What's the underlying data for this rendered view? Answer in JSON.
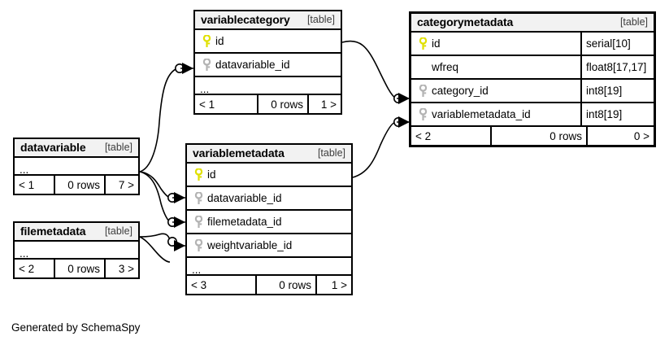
{
  "diagram": {
    "caption": "Generated by SchemaSpy",
    "table_tag": "[table]",
    "ellipsis": "...",
    "rows_label": "0 rows"
  },
  "tables": {
    "variablecategory": {
      "name": "variablecategory",
      "tag": "[table]",
      "columns": [
        {
          "name": "id",
          "key": "primary"
        },
        {
          "name": "datavariable_id",
          "key": "foreign"
        }
      ],
      "more": "...",
      "footer": {
        "left": "< 1",
        "mid": "0 rows",
        "right": "1 >"
      }
    },
    "categorymetadata": {
      "name": "categorymetadata",
      "tag": "[table]",
      "columns": [
        {
          "name": "id",
          "key": "primary",
          "type": "serial[10]"
        },
        {
          "name": "wfreq",
          "key": "none",
          "type": "float8[17,17]"
        },
        {
          "name": "category_id",
          "key": "foreign",
          "type": "int8[19]"
        },
        {
          "name": "variablemetadata_id",
          "key": "foreign",
          "type": "int8[19]"
        }
      ],
      "footer": {
        "left": "< 2",
        "mid": "0 rows",
        "right": "0 >"
      }
    },
    "datavariable": {
      "name": "datavariable",
      "tag": "[table]",
      "more": "...",
      "footer": {
        "left": "< 1",
        "mid": "0 rows",
        "right": "7 >"
      }
    },
    "filemetadata": {
      "name": "filemetadata",
      "tag": "[table]",
      "more": "...",
      "footer": {
        "left": "< 2",
        "mid": "0 rows",
        "right": "3 >"
      }
    },
    "variablemetadata": {
      "name": "variablemetadata",
      "tag": "[table]",
      "columns": [
        {
          "name": "id",
          "key": "primary"
        },
        {
          "name": "datavariable_id",
          "key": "foreign"
        },
        {
          "name": "filemetadata_id",
          "key": "foreign"
        },
        {
          "name": "weightvariable_id",
          "key": "foreign"
        }
      ],
      "more": "...",
      "footer": {
        "left": "< 3",
        "mid": "0 rows",
        "right": "1 >"
      }
    }
  },
  "colors": {
    "primary_key": "#e8e800",
    "foreign_key": "#b3b3b3",
    "border": "#000000",
    "header_bg": "#f2f2f2",
    "background": "#ffffff"
  },
  "relationships": [
    {
      "from": "datavariable",
      "to": "variablecategory.datavariable_id"
    },
    {
      "from": "variablecategory.id",
      "to": "categorymetadata.category_id"
    },
    {
      "from": "variablemetadata.id",
      "to": "categorymetadata.variablemetadata_id"
    },
    {
      "from": "datavariable",
      "to": "variablemetadata.datavariable_id"
    },
    {
      "from": "filemetadata",
      "to": "variablemetadata.filemetadata_id"
    },
    {
      "from": "datavariable",
      "to": "variablemetadata.weightvariable_id"
    }
  ]
}
